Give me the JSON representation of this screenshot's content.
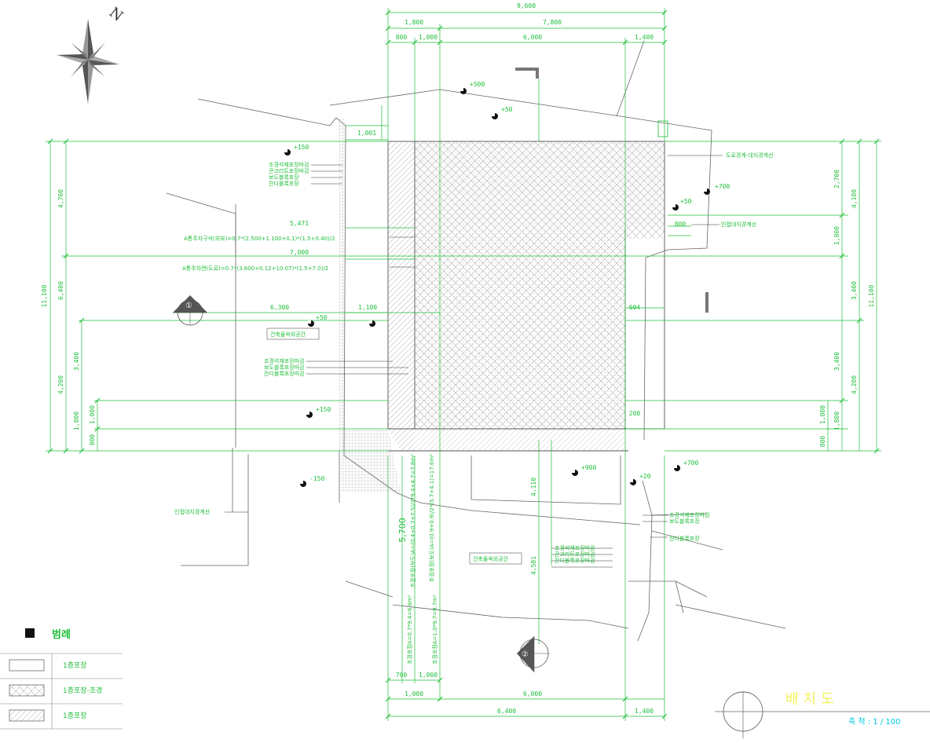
{
  "compass": {
    "north_label": "N"
  },
  "dims_top": {
    "overall": "9,600",
    "row2": [
      "1,800",
      "7,800"
    ],
    "row3": [
      "800",
      "1,000",
      "6,000",
      "1,400"
    ]
  },
  "dims_left": {
    "overall": "11,100",
    "row2": [
      "4,700",
      "6,400"
    ],
    "row3": [
      "3,400",
      "4,200"
    ],
    "row4": [
      "1,800",
      "1,000"
    ],
    "small": "800"
  },
  "dims_right": {
    "overall": "11,100",
    "row2": [
      "4,100",
      "3,400",
      "4,200"
    ],
    "row3": [
      "2,700",
      "1,800",
      "3,400",
      "1,000",
      "1,800"
    ],
    "small": "800"
  },
  "dims_bottom": {
    "row1": [
      "700",
      "1,000"
    ],
    "row2": [
      "1,000",
      "6,000"
    ],
    "row3": [
      "6,400",
      "1,400"
    ]
  },
  "inner_dims": {
    "d1": "1,001",
    "d2": "5,471",
    "d3": "7,000",
    "d4": "6,300",
    "d5": "1,100",
    "d6": "5,700",
    "d7": "4,110",
    "d8": "4,581",
    "d9": "604",
    "d10": "800",
    "d11": "200"
  },
  "levels": [
    "+500",
    "+50",
    "+150",
    "+700",
    "+50",
    "+50",
    "+150",
    "-150",
    "+900",
    "+700",
    "+20"
  ],
  "notes": {
    "long_note_1": "A통주차구석(외부)=0.7*(2.500+1.100+0.1)*(1.5+0.40)/2",
    "long_note_2": "A통주차면(도로)=0.7*(3.600+0.12+10.07)*(1.5+7.0)/2",
    "leader_top_right": "도로경계-대지경계선",
    "leader_right": "인접대지경계선",
    "leader_left": "인접대지경계선",
    "box_label_1": "건축물옥외공간",
    "box_label_2": "건축물옥외공간",
    "stack_1": [
      "조경석재포장마감",
      "콘크리트포장마감",
      "보도블록포장",
      "잔디블록포장"
    ],
    "stack_2": [
      "조경석재포장마감",
      "보도블록포장마감",
      "잔디블록포장마감"
    ],
    "stack_3": [
      "조경석재포장마감",
      "콘크리트포장마감",
      "잔디블록포장마감"
    ],
    "stack_4": [
      "조경석재포장마감",
      "보도블록포장",
      "잔디블록포장"
    ],
    "vertical_1": "조경포장(보도)A=(0.4+0.7+7.5)/2*9.4+4.7=7.8m²",
    "vertical_2": "조경포장(보도)A=(0.9+0.9)/2*(5.7+4.1)=17.6m²",
    "vertical_3": "조경포장A=0.7*9.4=6.6m²",
    "vertical_4": "조경포장A=1.0*9.7=9.7m²"
  },
  "section_marks": [
    "①",
    "②"
  ],
  "legend": {
    "title": "범례",
    "items": [
      {
        "label": "1층포장"
      },
      {
        "label": "1층포장-조경"
      },
      {
        "label": "1층포장"
      }
    ]
  },
  "drawing_title": "배치도",
  "scale_text": "축 척 : 1 / 100",
  "colors": {
    "dimension": "#1fbf3a",
    "title": "#f2f25a",
    "scale": "#00c8e6",
    "line": "#555555"
  }
}
